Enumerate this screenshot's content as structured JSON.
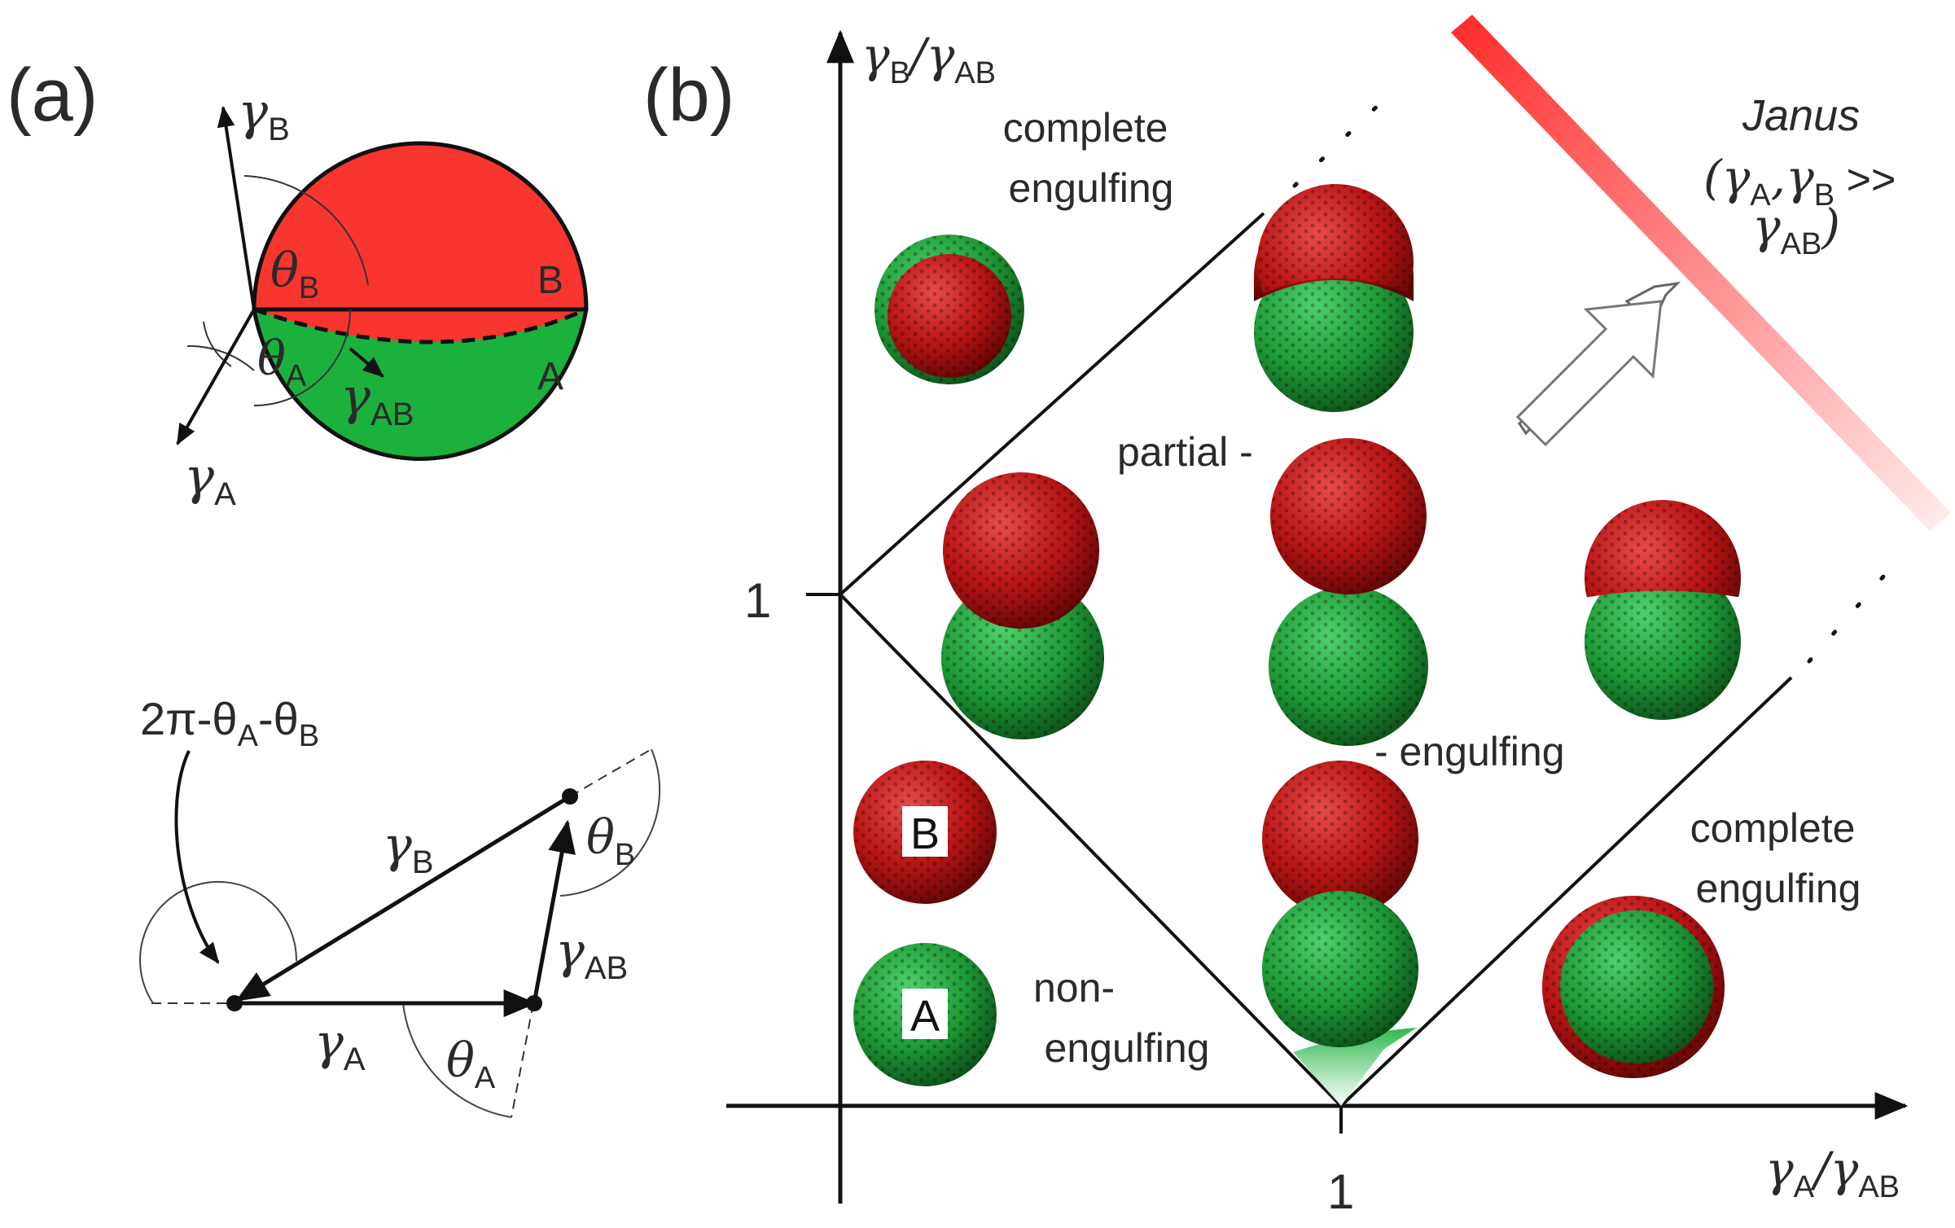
{
  "panel_a": {
    "label": "(a)",
    "drop_labels": {
      "b": "B",
      "a": "A"
    },
    "gamma_b": {
      "base": "γ",
      "sub": "B"
    },
    "gamma_a": {
      "base": "γ",
      "sub": "A"
    },
    "gamma_ab": {
      "base": "γ",
      "sub": "AB"
    },
    "theta_b": {
      "base": "θ",
      "sub": "B"
    },
    "theta_a": {
      "base": "θ",
      "sub": "A"
    },
    "triangle": {
      "angle_label": {
        "p1": "2π-θ",
        "s1": "A",
        "p2": "-θ",
        "s2": "B"
      },
      "gamma_b": {
        "base": "γ",
        "sub": "B"
      },
      "gamma_a": {
        "base": "γ",
        "sub": "A"
      },
      "gamma_ab": {
        "base": "γ",
        "sub": "AB"
      },
      "theta_b": {
        "base": "θ",
        "sub": "B"
      },
      "theta_a": {
        "base": "θ",
        "sub": "A"
      }
    }
  },
  "panel_b": {
    "label": "(b)",
    "y_axis": {
      "g1": "γ",
      "s1": "B",
      "slash": "/",
      "g2": "γ",
      "s2": "AB"
    },
    "x_axis": {
      "g1": "γ",
      "s1": "A",
      "slash": "/",
      "g2": "γ",
      "s2": "AB"
    },
    "y_tick": "1",
    "x_tick": "1",
    "regions": {
      "complete_engulfing_top": [
        "complete",
        "engulfing"
      ],
      "partial_top": "partial -",
      "partial_bottom": "- engulfing",
      "complete_engulfing_right": [
        "complete",
        "engulfing"
      ],
      "non_engulfing": [
        "non-",
        "engulfing"
      ]
    },
    "janus": {
      "title": "Janus",
      "line2": {
        "open": "(γ",
        "s1": "A",
        "mid": ",γ",
        "s2": "B",
        "gg": " >>"
      },
      "line3": {
        "g": "γ",
        "s": "AB",
        "close": ")"
      }
    },
    "legend": {
      "b": "B",
      "a": "A"
    }
  },
  "colors": {
    "red_phase": "#f8352f",
    "green_phase": "#1bb13d",
    "bead_red": "#c01010",
    "bead_green": "#1e9a35"
  }
}
